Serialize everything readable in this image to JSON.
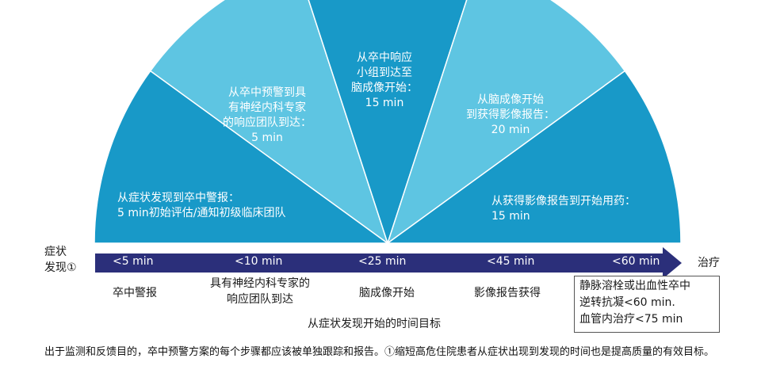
{
  "segments": [
    {
      "lines": [
        "从症状发现到卒中警报：",
        "5 min初始评估/通知初级临床团队"
      ]
    },
    {
      "lines": [
        "从卒中预警到具",
        "有神经内科专家",
        "的响应团队到达：",
        "5 min"
      ]
    },
    {
      "lines": [
        "从卒中响应",
        "小组到达至",
        "脑成像开始：",
        "15 min"
      ]
    },
    {
      "lines": [
        "从脑成像开始",
        "到获得影像报告：",
        "20 min"
      ]
    },
    {
      "lines": [
        "从获得影像报告到开始用药：",
        "15 min"
      ]
    }
  ],
  "timeline": {
    "start_label": [
      "症状",
      "发现①"
    ],
    "end_label": "治疗",
    "targets": [
      "<5 min",
      "<10 min",
      "<25 min",
      "<45 min",
      "<60 min"
    ],
    "steps": [
      {
        "lines": [
          "卒中警报"
        ]
      },
      {
        "lines": [
          "具有神经内科专家的",
          "响应团队到达"
        ]
      },
      {
        "lines": [
          "脑成像开始"
        ]
      },
      {
        "lines": [
          "影像报告获得"
        ]
      }
    ],
    "final_box": [
      "静脉溶栓或出血性卒中",
      "逆转抗凝<60 min.",
      "血管内治疗<75 min"
    ],
    "caption": "从症状发现开始的时间目标"
  },
  "footnote": "出于监测和反馈目的，卒中预警方案的每个步骤都应该被单独跟踪和报告。①缩短高危住院患者从症状出现到发现的时间也是提高质量的有效目标。",
  "colors": {
    "dark_segment": "#1899c8",
    "light_segment": "#5ec5e2",
    "arrow": "#2b2f7a",
    "separator": "#ffffff"
  }
}
